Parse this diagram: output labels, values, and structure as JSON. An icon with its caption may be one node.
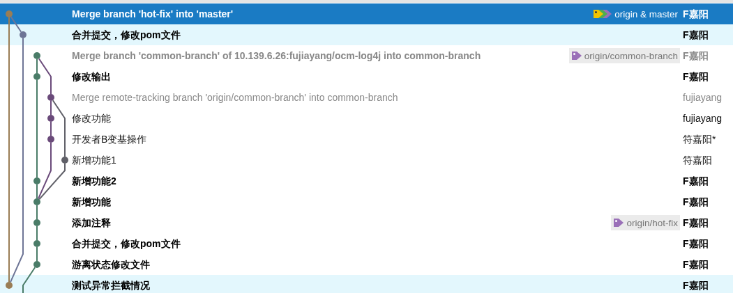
{
  "diagram": {
    "nodes": [
      {
        "text": [],
        "shape": "circle"
      },
      {
        "text": [],
        "shape": "circle"
      },
      {
        "text": [],
        "shape": "circle"
      },
      {
        "text": [],
        "shape": "circle"
      },
      {
        "text": [],
        "shape": "circle"
      },
      {
        "text": [],
        "shape": "circle"
      },
      {
        "text": [],
        "shape": "circle"
      },
      {
        "text": [],
        "shape": "circle"
      },
      {
        "text": [],
        "shape": "circle"
      },
      {
        "text": [],
        "shape": "circle"
      },
      {
        "text": [],
        "shape": "circle"
      },
      {
        "text": [],
        "shape": "circle"
      },
      {
        "text": [],
        "shape": "circle"
      },
      {
        "text": [],
        "shape": "circle"
      }
    ],
    "edges": [
      {
        "from": 0,
        "to": 1,
        "arrow": "none",
        "color": "#6e7596"
      },
      {
        "from": 0,
        "to": 13,
        "arrow": "none",
        "color": "#9a7d55"
      },
      {
        "from": 1,
        "to": 13,
        "arrow": "none",
        "color": "#6e7596"
      },
      {
        "from": 2,
        "to": 3,
        "arrow": "none"
      },
      {
        "from": 2,
        "to": 4,
        "arrow": "none",
        "color": "#6a4a7a"
      },
      {
        "from": 3,
        "to": 8,
        "arrow": "none"
      },
      {
        "from": 4,
        "to": 5,
        "arrow": "none",
        "color": "#6a4a7a"
      },
      {
        "from": 5,
        "to": 6,
        "arrow": "none",
        "color": "#6a4a7a"
      },
      {
        "from": 4,
        "to": 7,
        "arrow": "none",
        "color": "#606068"
      },
      {
        "from": 6,
        "to": 9,
        "arrow": "none",
        "color": "#6a4a7a"
      },
      {
        "from": 7,
        "to": 9,
        "arrow": "none",
        "color": "#606068"
      },
      {
        "from": 8,
        "to": 9,
        "arrow": "none"
      },
      {
        "from": 9,
        "to": 10,
        "arrow": "none"
      },
      {
        "from": 10,
        "to": 11,
        "arrow": "none"
      },
      {
        "from": 11,
        "to": 12,
        "arrow": "none"
      },
      {
        "from": 12,
        "to": null,
        "arrow": "none"
      }
    ],
    "labels": [
      "Merge branch 'hot-fix' into 'master'",
      "origin & master",
      "F嘉阳",
      "合并提交，修改pom文件",
      "F嘉阳",
      "Merge branch 'common-branch' of 10.139.6.26:fujiayang/ocm-log4j into common-branch",
      "origin/common-branch",
      "F嘉阳",
      "修改输出",
      "F嘉阳",
      "Merge remote-tracking branch 'origin/common-branch' into common-branch",
      "fujiayang",
      "修改功能",
      "fujiayang",
      "开发者B变基操作",
      "符嘉阳*",
      "新增功能1",
      "符嘉阳",
      "新增功能2",
      "F嘉阳",
      "新增功能",
      "F嘉阳",
      "添加注释",
      "origin/hot-fix",
      "F嘉阳",
      "合并提交，修改pom文件",
      "F嘉阳",
      "游离状态修改文件",
      "F嘉阳",
      "测试异常拦截情况",
      "F嘉阳"
    ]
  }
}
